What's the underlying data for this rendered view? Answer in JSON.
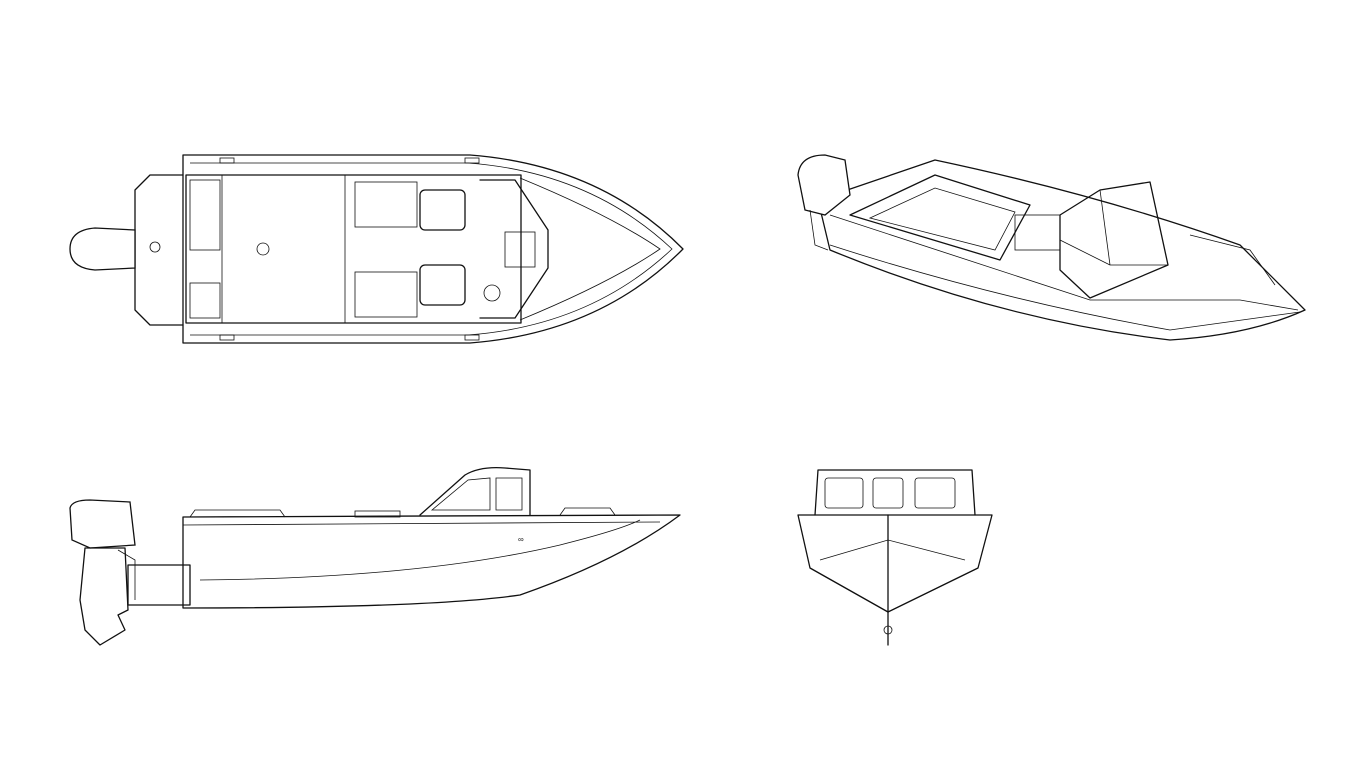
{
  "colors": {
    "line": "#111111",
    "background": "#ffffff"
  },
  "views": [
    "top-view",
    "perspective-view",
    "side-view",
    "front-view"
  ]
}
